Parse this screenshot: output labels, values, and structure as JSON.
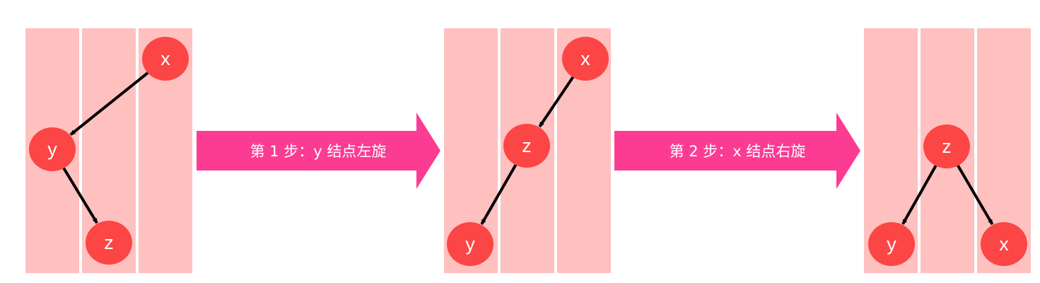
{
  "colors": {
    "column_fill": "#ffc0c0",
    "node_fill": "#fb4645",
    "node_text": "#ffffff",
    "arrow_fill": "#fc3b93",
    "arrow_text": "#ffffff",
    "edge_color": "#000000"
  },
  "panels": [
    {
      "nodes": [
        {
          "id": "x",
          "label": "x"
        },
        {
          "id": "y",
          "label": "y"
        },
        {
          "id": "z",
          "label": "z"
        }
      ],
      "edges": [
        {
          "from": "x",
          "to": "y"
        },
        {
          "from": "y",
          "to": "z"
        }
      ]
    },
    {
      "nodes": [
        {
          "id": "x",
          "label": "x"
        },
        {
          "id": "z",
          "label": "z"
        },
        {
          "id": "y",
          "label": "y"
        }
      ],
      "edges": [
        {
          "from": "x",
          "to": "z"
        },
        {
          "from": "z",
          "to": "y"
        }
      ]
    },
    {
      "nodes": [
        {
          "id": "z",
          "label": "z"
        },
        {
          "id": "y",
          "label": "y"
        },
        {
          "id": "x",
          "label": "x"
        }
      ],
      "edges": [
        {
          "from": "z",
          "to": "y"
        },
        {
          "from": "z",
          "to": "x"
        }
      ]
    }
  ],
  "steps": [
    {
      "label": "第 1 步：y 结点左旋"
    },
    {
      "label": "第 2 步：x 结点右旋"
    }
  ]
}
